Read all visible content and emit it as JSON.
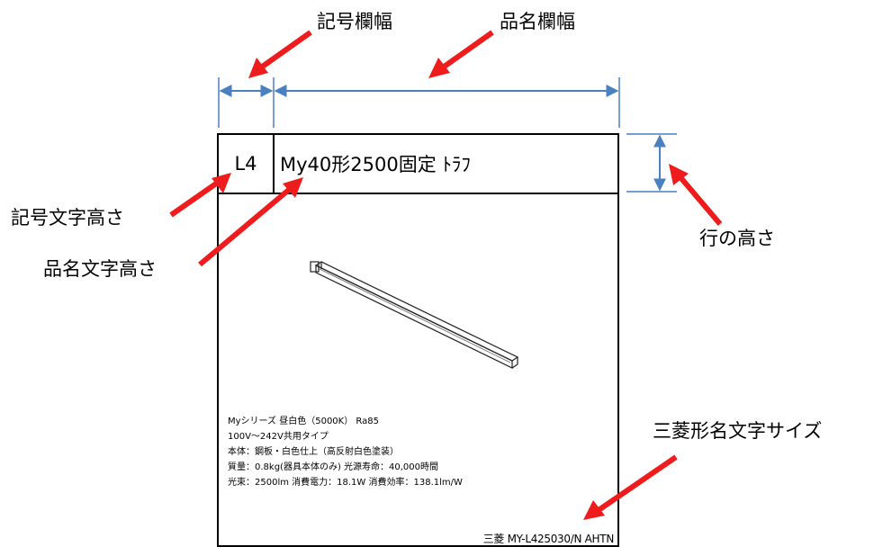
{
  "callouts": {
    "symbol_col_width": "記号欄幅",
    "name_col_width": "品名欄幅",
    "symbol_text_height": "記号文字高さ",
    "name_text_height": "品名文字高さ",
    "row_height": "行の高さ",
    "maker_text_size": "三菱形名文字サイズ"
  },
  "card": {
    "symbol": "L4",
    "name": "My40形2500固定 ﾄﾗﾌ",
    "specs": [
      "Myシリーズ 昼白色（5000K） Ra85",
      "100V～242V共用タイプ",
      "本体：鋼板・白色仕上（高反射白色塗装）",
      "質量：0.8kg(器具本体のみ) 光源寿命：40,000時間",
      "光束：2500lm 消費電力：18.1W 消費効率：138.1lm/W"
    ],
    "maker_label": "三菱 MY-L425030/N AHTN"
  },
  "colors": {
    "arrow": "#ee1c1c",
    "dimension": "#4a7fc1",
    "border": "#000000"
  }
}
